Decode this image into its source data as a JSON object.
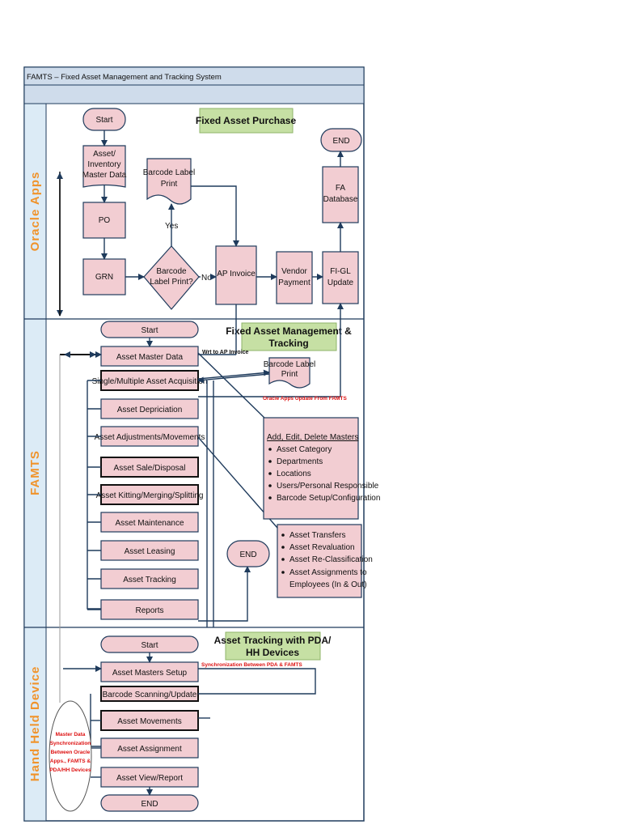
{
  "header": {
    "title": "FAMTS – Fixed Asset Management and Tracking System"
  },
  "lanes": {
    "oracle": "Oracle Apps",
    "famts": "FAMTS",
    "hh": "Hand Held Device"
  },
  "banners": {
    "purchase": "Fixed Asset Purchase",
    "mgmt_1": "Fixed Asset Management &",
    "mgmt_2": "Tracking",
    "pda_1": "Asset Tracking with PDA/",
    "pda_2": "HH Devices"
  },
  "oracle": {
    "start": "Start",
    "master_1": "Asset/",
    "master_2": "Inventory",
    "master_3": "Master Data",
    "po": "PO",
    "grn": "GRN",
    "decision_1": "Barcode",
    "decision_2": "Label Print?",
    "yes": "Yes",
    "no": "No",
    "barcode_1": "Barcode Label",
    "barcode_2": "Print",
    "ap": "AP Invoice",
    "vendor_1": "Vendor",
    "vendor_2": "Payment",
    "figl_1": "FI-GL",
    "figl_2": "Update",
    "fadb_1": "FA",
    "fadb_2": "Database",
    "end": "END"
  },
  "famts": {
    "start": "Start",
    "items": [
      "Asset Master Data",
      "Single/Multiple Asset Acquisition",
      "Asset Depriciation",
      "Asset Adjustments/Movements",
      "Asset Sale/Disposal",
      "Asset Kitting/Merging/Splitting",
      "Asset Maintenance",
      "Asset Leasing",
      "Asset Tracking",
      "Reports"
    ],
    "wrt_ap": "Wrt to AP Invoice",
    "barcode_1": "Barcode Label",
    "barcode_2": "Print",
    "oracle_update": "Oracle Apps Update From FAMTS",
    "masters_title": "Add, Edit, Delete Masters",
    "masters": [
      "Asset Category",
      "Departments",
      "Locations",
      "Users/Personal Responsible",
      "Barcode Setup/Configuration"
    ],
    "movements": [
      "Asset Transfers",
      "Asset Revaluation",
      "Asset Re-Classification",
      "Asset Assignments to",
      "Employees (In & Out)"
    ],
    "end": "END"
  },
  "hh": {
    "start": "Start",
    "items": [
      "Asset Masters Setup",
      "Barcode Scanning/Update",
      "Asset Movements",
      "Asset Assignment",
      "Asset View/Report"
    ],
    "end": "END",
    "sync": "Synchronization Between PDA & FAMTS",
    "oval": [
      "Master Data",
      "Synchronization",
      "Between Oracle",
      "Apps., FAMTS &",
      "PDA/HH Devices"
    ]
  }
}
